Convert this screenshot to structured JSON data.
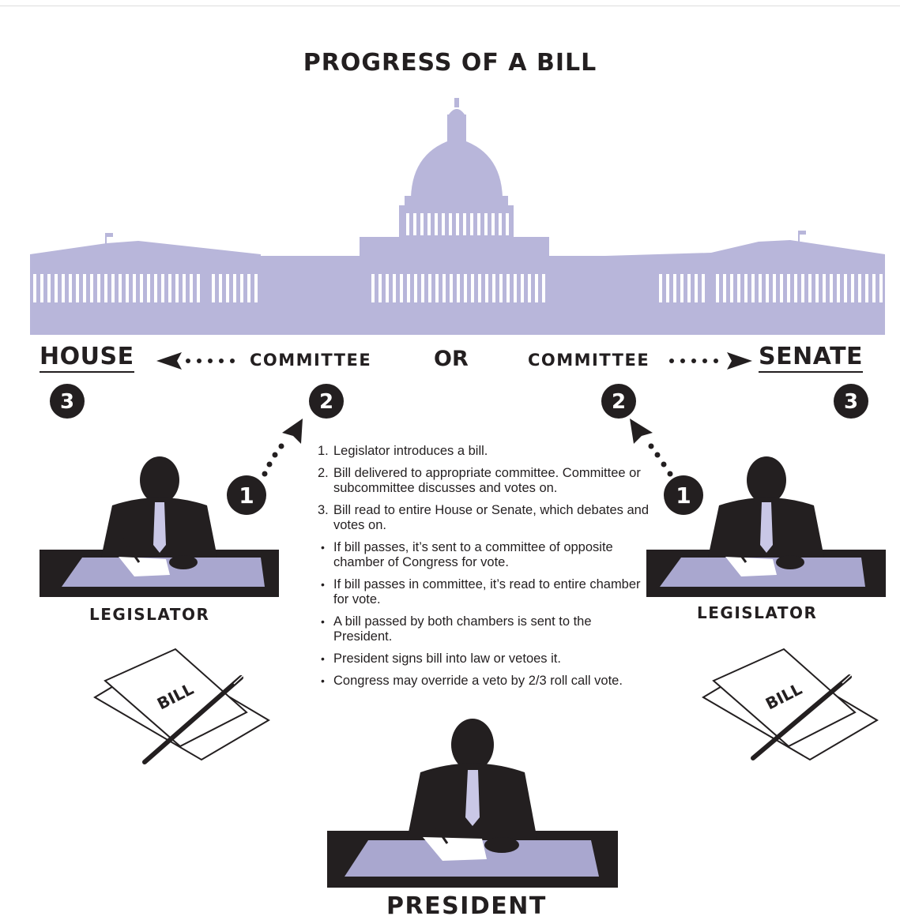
{
  "title": "PROGRESS OF A BILL",
  "labels": {
    "house": "HOUSE",
    "senate": "SENATE",
    "committee_left": "COMMITTEE",
    "committee_right": "COMMITTEE",
    "or": "OR",
    "legislator_left": "LEGISLATOR",
    "legislator_right": "LEGISLATOR",
    "president": "PRESIDENT"
  },
  "badges": {
    "house_step": "3",
    "committee_left_step": "2",
    "committee_right_step": "2",
    "senate_step": "3",
    "legislator_left_step": "1",
    "legislator_right_step": "1"
  },
  "paper_label": "BILL",
  "steps": [
    {
      "marker": "1.",
      "text": "Legislator introduces a bill."
    },
    {
      "marker": "2.",
      "text": "Bill delivered to appropriate committee. Committee or subcommittee discusses and votes on."
    },
    {
      "marker": "3.",
      "text": "Bill read to entire House or Senate, which debates and votes on."
    },
    {
      "marker": "•",
      "text": "If bill passes, it’s sent to a committee of opposite chamber of Congress for vote."
    },
    {
      "marker": "•",
      "text": "If bill passes in committee, it’s read to entire chamber for vote."
    },
    {
      "marker": "•",
      "text": "A bill passed by both chambers is sent to the President."
    },
    {
      "marker": "•",
      "text": "President signs bill into law or vetoes it."
    },
    {
      "marker": "•",
      "text": "Congress may override a veto by 2/3 roll call vote."
    }
  ],
  "colors": {
    "capitol": "#b8b6da",
    "ink": "#231f20",
    "desk_top": "#a9a7cf",
    "tie": "#c9c7e6"
  }
}
